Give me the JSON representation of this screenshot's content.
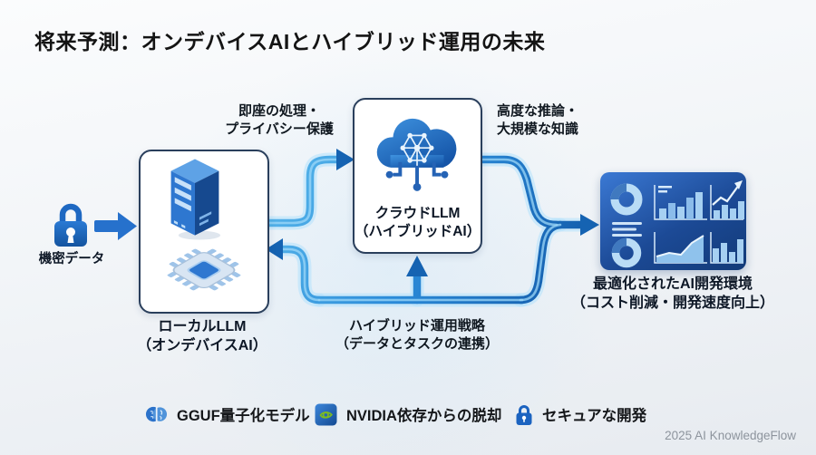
{
  "title": "将来予測：オンデバイスAIとハイブリッド運用の未来",
  "nodes": {
    "confidential_data": {
      "label": "機密データ",
      "icon": "lock-icon"
    },
    "local_llm": {
      "line1": "ローカルLLM",
      "line2": "（オンデバイスAI）",
      "icons": [
        "server-icon",
        "chip-icon"
      ]
    },
    "cloud_llm": {
      "line1": "クラウドLLM",
      "line2": "（ハイブリッドAI）",
      "icon": "cloud-network-icon"
    },
    "optimized_env": {
      "line1": "最適化されたAI開発環境",
      "line2": "（コスト削減・開発速度向上）",
      "icon": "analytics-dashboard-icon"
    }
  },
  "edge_labels": {
    "local_to_cloud": {
      "line1": "即座の処理・",
      "line2": "プライバシー保護"
    },
    "cloud_benefits": {
      "line1": "高度な推論・",
      "line2": "大規模な知識"
    },
    "hybrid_strategy": {
      "line1": "ハイブリッド運用戦略",
      "line2": "（データとタスクの連携）"
    }
  },
  "legend": [
    {
      "icon": "brain-icon",
      "label": "GGUF量子化モデル"
    },
    {
      "icon": "nvidia-icon",
      "label": "NVIDIA依存からの脱却"
    },
    {
      "icon": "lock-icon",
      "label": "セキュアな開発"
    }
  ],
  "footer": "2025 AI KnowledgeFlow",
  "colors": {
    "accent_blue": "#1b63c0",
    "pipe_light": "#63c2f0",
    "pipe_dark": "#0d4f9e",
    "card_blue_top": "#3b79d4",
    "card_blue_bottom": "#123a78",
    "nvidia_green": "#7ebc1f"
  }
}
